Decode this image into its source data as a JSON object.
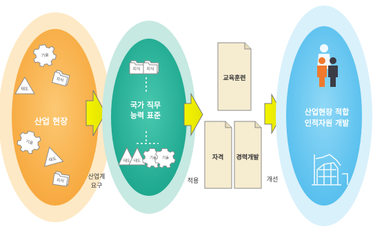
{
  "colors": {
    "industry_outer": "#fde9c5",
    "industry_inner": "#fbbd5c",
    "standard_outer": "#c6e9e2",
    "standard_inner": "#36b9a1",
    "arrow_fill": "#f0f000",
    "arrow_stroke": "#777777",
    "doc_fill": "#f6ecd0",
    "hr_outer": "#d9f1fb",
    "hr_inner": "#79cdf1",
    "text_dark": "#333333",
    "text_white": "#ffffff"
  },
  "industry_field": {
    "title": "산업 현장",
    "icon_labels": {
      "gear_top": "기술",
      "folder_right": "지식",
      "triangle_left": "태도",
      "gear_left": "기술",
      "triangle_bottom": "태도",
      "folder_bottom": "지식"
    }
  },
  "arrow1_caption": [
    "산업계",
    "요구"
  ],
  "ncs": {
    "title": [
      "국가 직무",
      "능력 표준"
    ],
    "icon_labels": {
      "folder_a": "지식",
      "folder_b": "지식",
      "triangle_a": "태도",
      "triangle_b": "태도",
      "gear_a": "기술",
      "gear_b": "기술"
    }
  },
  "arrow2_caption": "적용",
  "documents": {
    "education": "교육훈련",
    "qualification": "자격",
    "career": "경력개발"
  },
  "arrow3_caption": "개선",
  "hr_development": {
    "title": [
      "산업현장 적합",
      "인적자원 개발"
    ]
  }
}
